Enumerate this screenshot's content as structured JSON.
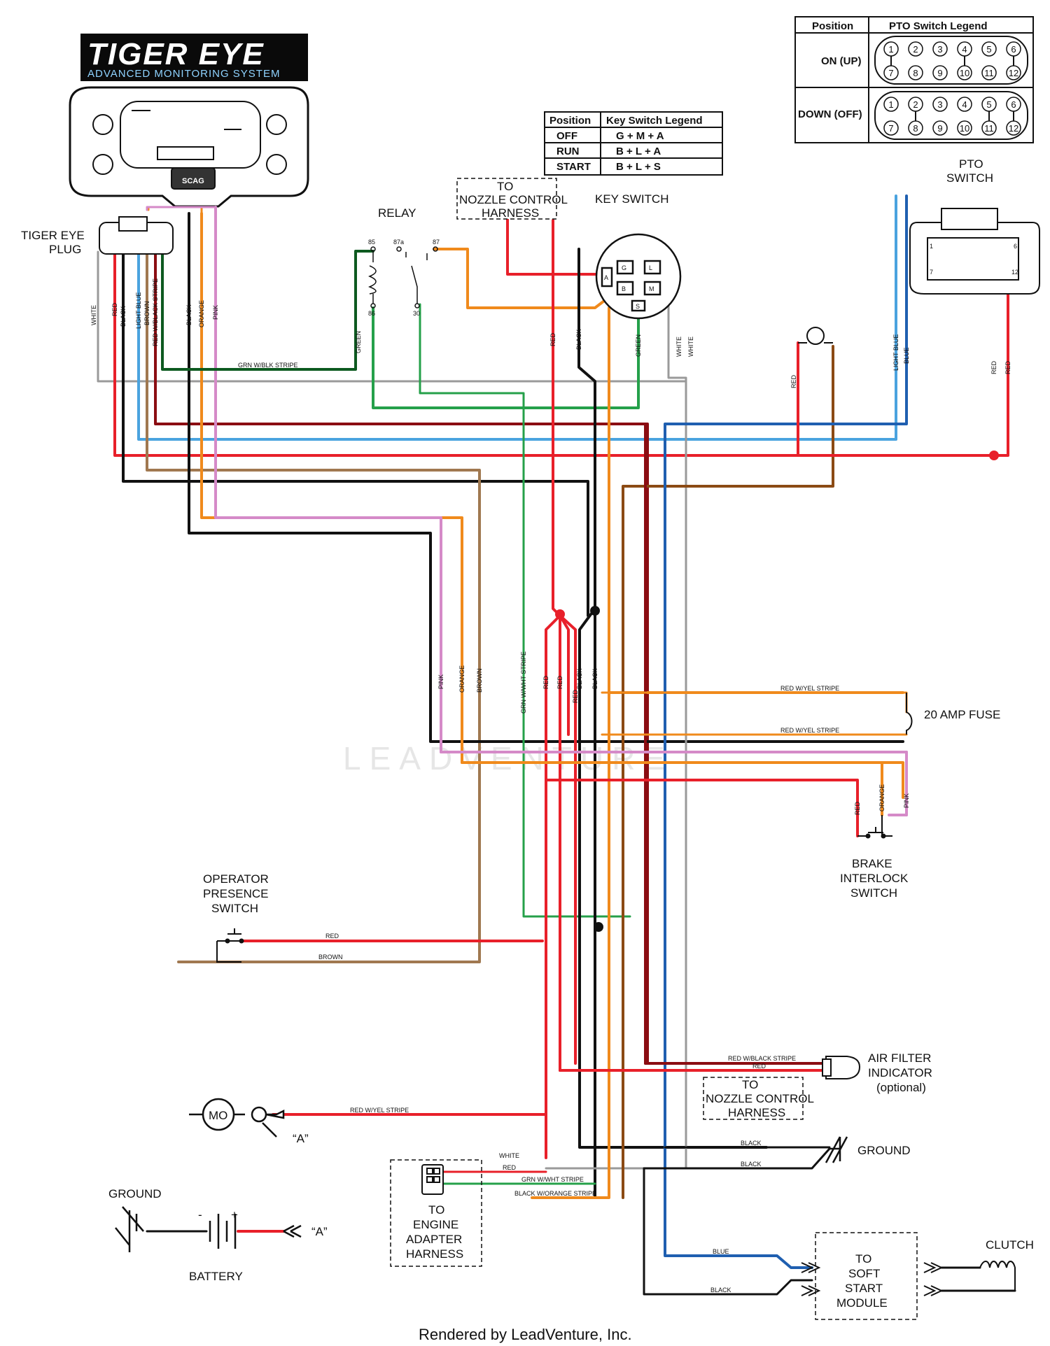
{
  "logo": {
    "title": "TIGER EYE",
    "subtitle": "ADVANCED MONITORING SYSTEM",
    "display_brand": "SCAG"
  },
  "labels": {
    "tiger_eye_plug": [
      "TIGER EYE",
      "PLUG"
    ],
    "relay": "RELAY",
    "key_switch": "KEY SWITCH",
    "pto_switch": [
      "PTO",
      "SWITCH"
    ],
    "to_nozzle_top": [
      "TO",
      "NOZZLE CONTROL",
      "HARNESS"
    ],
    "to_nozzle_bottom": [
      "TO",
      "NOZZLE CONTROL",
      "HARNESS"
    ],
    "fuse": "20 AMP FUSE",
    "brake_interlock": [
      "BRAKE",
      "INTERLOCK",
      "SWITCH"
    ],
    "operator_presence": [
      "OPERATOR",
      "PRESENCE",
      "SWITCH"
    ],
    "air_filter": [
      "AIR FILTER",
      "INDICATOR",
      "(optional)"
    ],
    "ground_right": "GROUND",
    "ground_left": "GROUND",
    "battery": "BATTERY",
    "battery_terminal_ref": "“A”",
    "battery_minus": "-",
    "battery_plus": "+",
    "motor": "MO",
    "motor_terminal_ref": "“A”",
    "to_engine_adapter": [
      "TO",
      "ENGINE",
      "ADAPTER",
      "HARNESS"
    ],
    "soft_start": [
      "TO",
      "SOFT",
      "START",
      "MODULE"
    ],
    "clutch": "CLUTCH",
    "watermark": "LEADVENTURE",
    "footer": "Rendered by LeadVenture, Inc."
  },
  "relay_pins": [
    "85",
    "87a",
    "87",
    "86",
    "30"
  ],
  "key_switch_terminals": [
    "G",
    "L",
    "A",
    "B",
    "M",
    "S"
  ],
  "pto_pin_labels": [
    "1",
    "6",
    "7",
    "12"
  ],
  "key_switch_legend": {
    "headers": [
      "Position",
      "Key Switch Legend"
    ],
    "rows": [
      [
        "OFF",
        "G + M + A"
      ],
      [
        "RUN",
        "B + L + A"
      ],
      [
        "START",
        "B + L + S"
      ]
    ]
  },
  "pto_switch_legend": {
    "headers": [
      "Position",
      "PTO Switch Legend"
    ],
    "positions": [
      "ON (UP)",
      "DOWN (OFF)"
    ],
    "pins_top": [
      "1",
      "2",
      "3",
      "4",
      "5",
      "6"
    ],
    "pins_bottom": [
      "7",
      "8",
      "9",
      "10",
      "11",
      "12"
    ]
  },
  "wire_labels": {
    "white": "WHITE",
    "red": "RED",
    "black": "BLACK",
    "light_blue": "LIGHT BLUE",
    "brown": "BROWN",
    "red_wblack": "RED W/BLACK STRIPE",
    "orange": "ORANGE",
    "pink": "PINK",
    "green": "GREEN",
    "blue": "BLUE",
    "grn_blk": "GRN W/BLK STRIPE",
    "grn_wht": "GRN W/WHT STRIPE",
    "red_yel": "RED W/YEL STRIPE",
    "red_black_stripe": "RED W/BLACK STRIPE",
    "black_orange": "BLACK W/ORANGE STRIPE",
    "grn_wht_stripe": "GRN W/WHT STRIPE"
  },
  "colors": {
    "red": "#e8202a",
    "dark_red": "#8b0d12",
    "black": "#111111",
    "white_wire": "#9a9a9a",
    "light_blue": "#4aa3df",
    "blue": "#1f5fb0",
    "brown": "#a07850",
    "orange": "#f08a1c",
    "pink": "#d58ac8",
    "green": "#25a04a",
    "dark_green": "#0d5a20",
    "yellow": "#f0d020"
  }
}
